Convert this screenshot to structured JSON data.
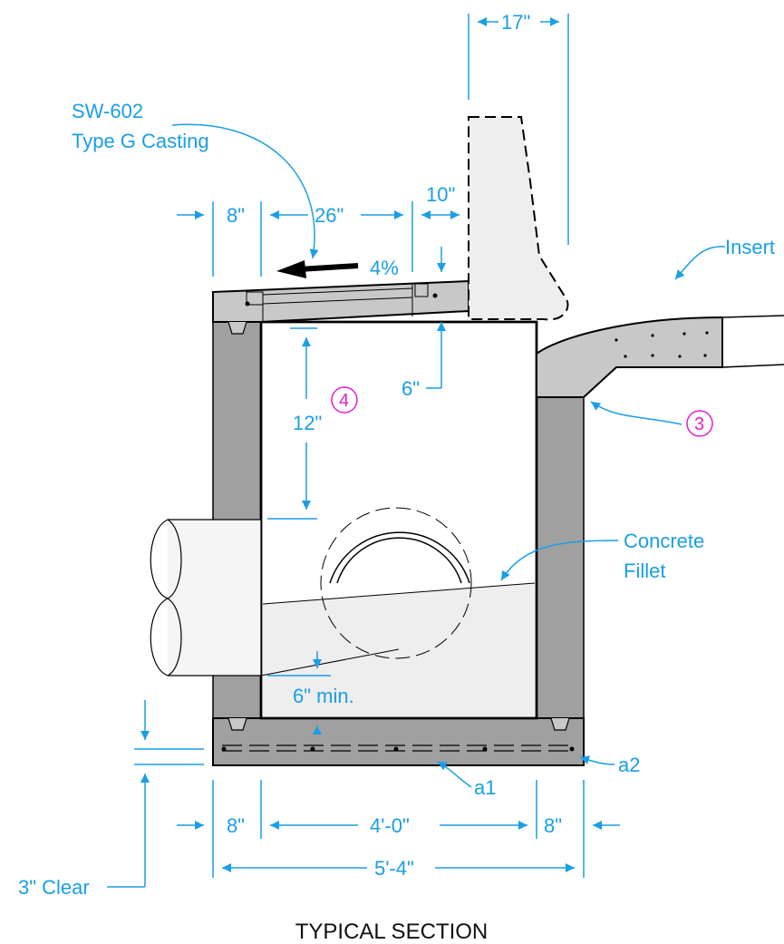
{
  "colors": {
    "annotation": "#1a9ee6",
    "note_ref": "#e020d0",
    "concrete_dark": "#a0a0a0",
    "concrete_light": "#c8c8c8",
    "fill_light": "#eeeeee",
    "title": "#111111"
  },
  "title": "TYPICAL SECTION",
  "callouts": {
    "casting_line1": "SW-602",
    "casting_line2": "Type G Casting",
    "insert": "Insert",
    "fillet_line1": "Concrete",
    "fillet_line2": "Fillet",
    "bar_a1": "a1",
    "bar_a2": "a2",
    "clear": "3\" Clear"
  },
  "dimensions": {
    "curb_width": "17\"",
    "wall_top_left": "8\"",
    "grate_width": "26\"",
    "curb_offset": "10\"",
    "slope": "4%",
    "depth_to_curb": "6\"",
    "opening_depth": "12\"",
    "fillet_min": "6\" min.",
    "wall_bottom_left": "8\"",
    "inside_width": "4'-0\"",
    "wall_bottom_right": "8\"",
    "overall_width": "5'-4\""
  },
  "note_refs": {
    "ref_4": "4",
    "ref_3": "3"
  }
}
